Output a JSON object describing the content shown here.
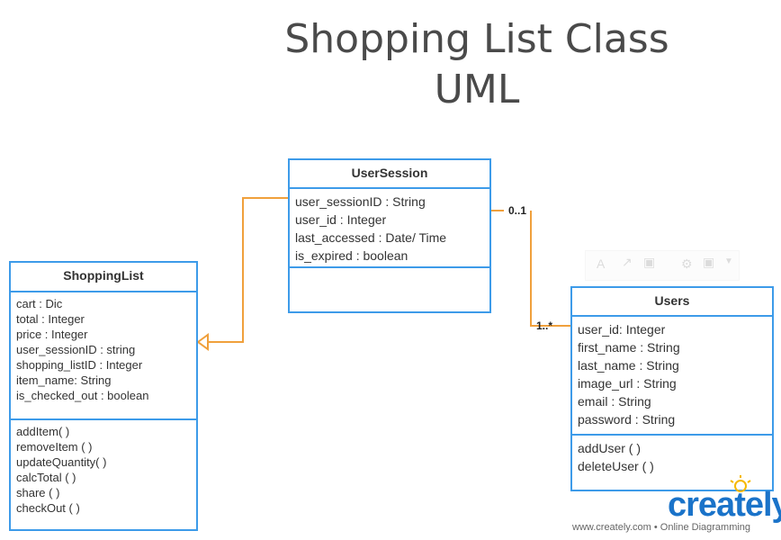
{
  "title_line1": "Shopping List Class",
  "title_line2": "UML",
  "classes": {
    "user_session": {
      "name": "UserSession",
      "attributes": [
        "user_sessionID : String",
        "user_id : Integer",
        "last_accessed : Date/ Time",
        "is_expired : boolean"
      ],
      "methods": []
    },
    "shopping_list": {
      "name": "ShoppingList",
      "attributes": [
        "cart : Dic",
        "total : Integer",
        "price : Integer",
        "user_sessionID : string",
        "shopping_listID : Integer",
        "item_name: String",
        "is_checked_out : boolean"
      ],
      "methods": [
        "addItem( )",
        "removeItem ( )",
        "updateQuantity( )",
        "calcTotal (  )",
        "share ( )",
        "checkOut ( )"
      ]
    },
    "users": {
      "name": "Users",
      "attributes": [
        " user_id: Integer",
        "first_name : String",
        "last_name : String",
        "image_url : String",
        "email : String",
        "password : String"
      ],
      "methods": [
        "addUser (  )",
        "deleteUser (  )"
      ]
    }
  },
  "multiplicity": {
    "session_end": "0..1",
    "users_end": "1..*"
  },
  "colors": {
    "class_border": "#3d9be9",
    "connector": "#f0a03c",
    "title": "#4a4a4a"
  },
  "watermark": {
    "logo": "creately",
    "footer": "www.creately.com • Online Diagramming"
  }
}
